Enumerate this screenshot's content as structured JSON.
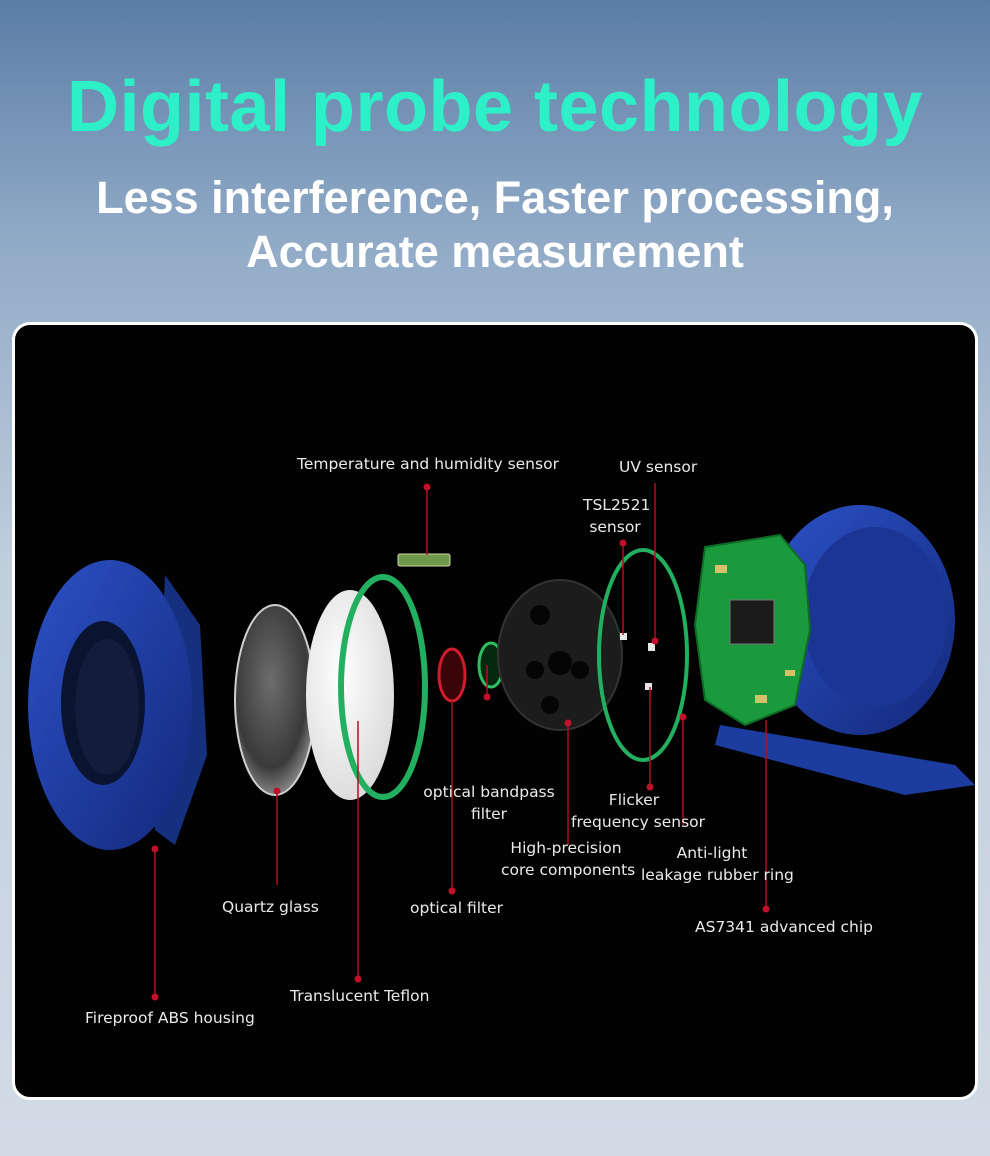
{
  "header": {
    "title": "Digital probe technology",
    "subtitle_line1": "Less interference, Faster processing,",
    "subtitle_line2": "Accurate measurement"
  },
  "colors": {
    "title": "#2ef0c8",
    "housing_blue": "#1f3fa8",
    "pcb_green": "#1a9a3c",
    "ring_green": "#22b060",
    "leader_red": "#c0102a"
  },
  "labels": {
    "temperature_humidity_sensor": "Temperature and humidity sensor",
    "uv_sensor": "UV sensor",
    "tsl2521_line1": "TSL2521",
    "tsl2521_line2": "sensor",
    "optical_bandpass_line1": "optical bandpass",
    "optical_bandpass_line2": "filter",
    "flicker_line1": "Flicker",
    "flicker_line2": "frequency sensor",
    "high_precision_line1": "High-precision",
    "high_precision_line2": "core components",
    "anti_light_line1": "Anti-light",
    "anti_light_line2": "leakage rubber ring",
    "quartz_glass": "Quartz glass",
    "optical_filter": "optical filter",
    "as7341_chip": "AS7341 advanced chip",
    "translucent_teflon": "Translucent Teflon",
    "fireproof_abs_housing": "Fireproof ABS housing"
  }
}
